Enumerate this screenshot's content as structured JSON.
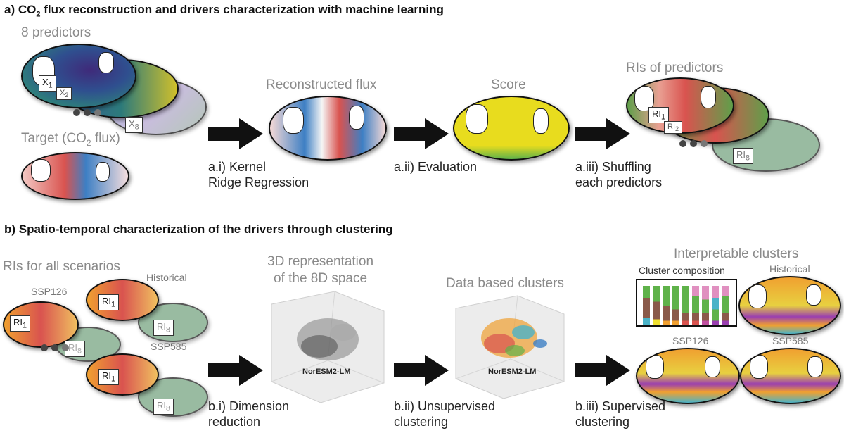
{
  "section_a": {
    "title_prefix": "a) CO",
    "title_sub": "2",
    "title_suffix": " flux reconstruction and drivers characterization with machine learning",
    "predictors_label": "8 predictors",
    "x1": "X",
    "x1_sub": "1",
    "x2": "X",
    "x2_sub": "2",
    "x8": "X",
    "x8_sub": "8",
    "target_prefix": "Target (CO",
    "target_sub": "2",
    "target_suffix": " flux)",
    "reconstructed_label": "Reconstructed flux",
    "score_label": "Score",
    "ris_label": "RIs of predictors",
    "ri1": "RI",
    "ri1_sub": "1",
    "ri2": "RI",
    "ri2_sub": "2",
    "ri8": "RI",
    "ri8_sub": "8",
    "step1_line1": "a.i) Kernel",
    "step1_line2": "Ridge Regression",
    "step2": "a.ii) Evaluation",
    "step3_line1": "a.iii) Shuffling",
    "step3_line2": "each predictors"
  },
  "section_b": {
    "title": "b) Spatio-temporal characterization of the drivers through clustering",
    "ris_all_label": "RIs for all scenarios",
    "ssp126_label": "SSP126",
    "historical_label": "Historical",
    "ssp585_label": "SSP585",
    "ri": "RI",
    "ri1_sub": "1",
    "ri8_sub": "8",
    "repr_line1": "3D representation",
    "repr_line2": "of the 8D space",
    "model_name_1": "NorESM2-LM",
    "data_clusters_label": "Data based clusters",
    "model_name_2": "NorESM2-LM",
    "interpretable_label": "Interpretable clusters",
    "cluster_comp_label": "Cluster composition",
    "hist_map_label": "Historical",
    "ssp126_map_label": "SSP126",
    "ssp585_map_label": "SSP585",
    "step1_line1": "b.i) Dimension",
    "step1_line2": "reduction",
    "step2_line1": "b.ii) Unsupervised",
    "step2_line2": "clustering",
    "step3_line1": "b.iii) Supervised",
    "step3_line2": "clustering"
  },
  "colors": {
    "ocean_predictor": "#2f4f8f",
    "ocean_flux_red": "#d9534f",
    "ocean_flux_blue": "#3d7fc4",
    "score_yellow": "#e8dc1e",
    "ri_green": "#5f9f4a",
    "cluster_orange": "#f0a030",
    "cluster_purple": "#9a3fb0"
  }
}
